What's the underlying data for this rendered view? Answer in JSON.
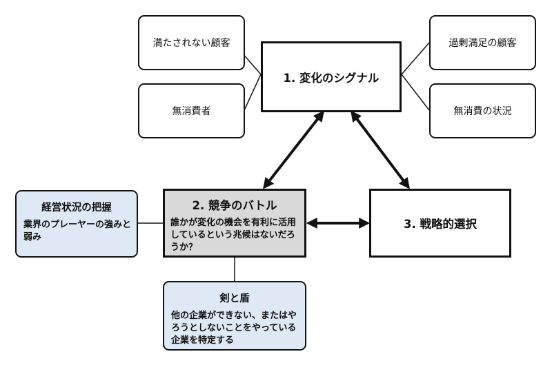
{
  "nodes": {
    "underserved": "満たされない顧客",
    "overserved": "過剰満足の顧客",
    "nonconsumers": "無消費者",
    "nonconsumption": "無消費の状況",
    "signals": "1. 変化のシグナル",
    "battle": {
      "title": "2. 競争のバトル",
      "text": "誰かが変化の機会を有利に活用しているという兆候はないだろうか？"
    },
    "strategic": "3. 戦略的選択",
    "grasp": {
      "title": "経営状況の把握",
      "text": "業界のプレーヤーの強みと弱み"
    },
    "sword": {
      "title": "剣と盾",
      "text": "他の企業ができない、またはやろうとしないことをやっている企業を特定する"
    }
  },
  "colors": {
    "line": "#111111",
    "callout_fill": "#dfe9f5",
    "battle_fill": "#d9d9d9",
    "box_fill": "#ffffff"
  }
}
